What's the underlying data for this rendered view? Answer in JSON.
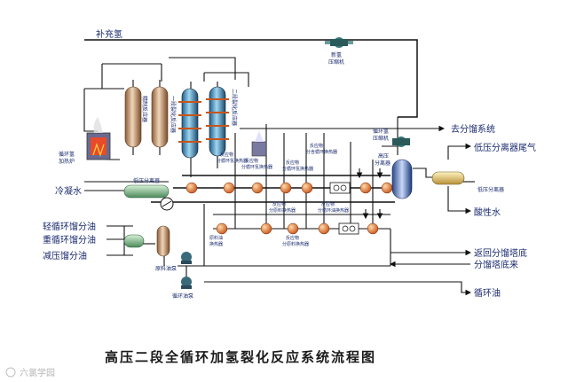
{
  "title": "高压二段全循环加氢裂化反应系统流程图",
  "watermark": "六氯学园",
  "labels": {
    "makeup_gas": "补充氢",
    "new_compressor_1": "新氢",
    "new_compressor_2": "压缩机",
    "circ_furnace_1": "循环氢",
    "circ_furnace_2": "加热炉",
    "refining_reactor": "精制反应器",
    "stage1_reactor": "一段裂化反应器",
    "stage2_reactor": "二段裂化反应器",
    "to_fractionation": "去分馏系统",
    "circ_compressor_1": "循环氢",
    "circ_compressor_2": "压缩机",
    "hp_separator_1": "高压",
    "hp_separator_2": "分离器",
    "lp_tail_gas": "低压分离器尾气",
    "lp_separator_left": "低压分离器",
    "lp_separator_right": "低压分离器",
    "condensate": "冷凝水",
    "acid_water": "酸性水",
    "light_oil": "轻循环馏分油",
    "heavy_oil": "重循环馏分油",
    "vacuum_oil": "减压馏分油",
    "feed_pump": "原料油泵",
    "circ_pump": "循环油泵",
    "return_bottom": "返回分馏塔底",
    "from_bottom": "分馏塔底来",
    "circ_oil": "循环油",
    "hx_a_1": "反应物",
    "hx_a_2": "分循环氢换热器",
    "hx_b_1": "反应物",
    "hx_b_2": "分循环氢换热器",
    "hx_c_1": "反应物",
    "hx_c_2": "分循环氢换热器",
    "hx_d_1": "反应物",
    "hx_d_2": "分含循环换热器",
    "hx_e_1": "反应物",
    "hx_e_2": "分原料换热器",
    "hx_f_1": "反应物",
    "hx_f_2": "分循环油换热器",
    "hx_g_1": "反应物",
    "hx_g_2": "分原料换热器",
    "hx_h_1": "原料油",
    "hx_h_2": "换热器"
  },
  "colors": {
    "label": "#1a2a6e",
    "reactor_shell": "#c9a27a",
    "reactor_blue": "#4a9bc9",
    "exchanger": "#e0762a",
    "vessel_green": "#9fc8a0",
    "pipe": "#111111"
  }
}
